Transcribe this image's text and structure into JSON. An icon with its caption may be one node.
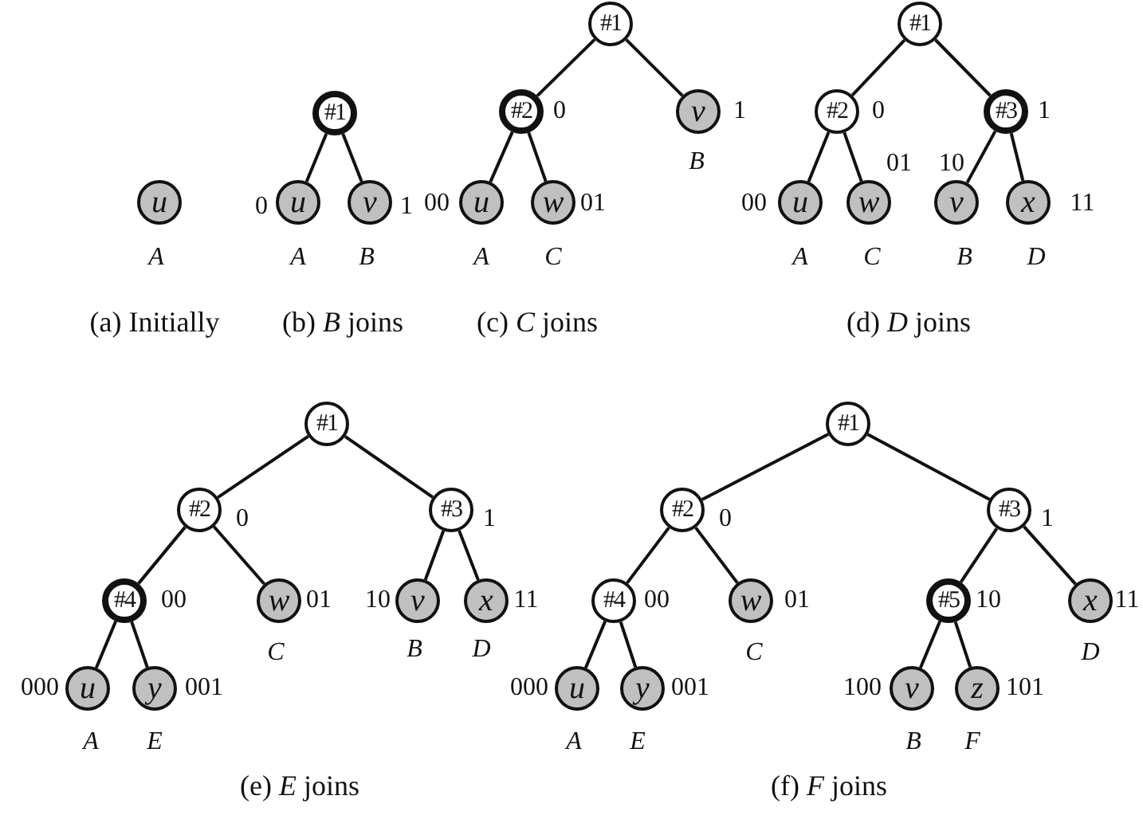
{
  "diagram": {
    "nodes": [
      {
        "text": [
          "u"
        ],
        "beside": [
          "A"
        ]
      },
      {
        "text": [
          "#1"
        ]
      },
      {
        "text": [
          "u"
        ],
        "beside": [
          "0",
          "A"
        ]
      },
      {
        "text": [
          "v"
        ],
        "beside": [
          "1",
          "B"
        ]
      },
      {
        "text": [
          "#1"
        ]
      },
      {
        "text": [
          "#2"
        ],
        "beside": [
          "0"
        ]
      },
      {
        "text": [
          "v"
        ],
        "beside": [
          "1",
          "B"
        ]
      },
      {
        "text": [
          "u"
        ],
        "beside": [
          "00",
          "A"
        ]
      },
      {
        "text": [
          "w"
        ],
        "beside": [
          "01",
          "C"
        ]
      },
      {
        "text": [
          "#1"
        ]
      },
      {
        "text": [
          "#2"
        ],
        "beside": [
          "0"
        ]
      },
      {
        "text": [
          "#3"
        ],
        "beside": [
          "1"
        ]
      },
      {
        "text": [
          "u"
        ],
        "beside": [
          "00",
          "A"
        ]
      },
      {
        "text": [
          "w"
        ],
        "beside": [
          "01",
          "C"
        ]
      },
      {
        "text": [
          "v"
        ],
        "beside": [
          "10",
          "B"
        ]
      },
      {
        "text": [
          "x"
        ],
        "beside": [
          "11",
          "D"
        ]
      },
      {
        "text": [
          "#1"
        ]
      },
      {
        "text": [
          "#2"
        ],
        "beside": [
          "0"
        ]
      },
      {
        "text": [
          "#3"
        ],
        "beside": [
          "1"
        ]
      },
      {
        "text": [
          "#4"
        ],
        "beside": [
          "00"
        ]
      },
      {
        "text": [
          "w"
        ],
        "beside": [
          "01",
          "C"
        ]
      },
      {
        "text": [
          "v"
        ],
        "beside": [
          "10",
          "B"
        ]
      },
      {
        "text": [
          "x"
        ],
        "beside": [
          "11",
          "D"
        ]
      },
      {
        "text": [
          "u"
        ],
        "beside": [
          "000",
          "A"
        ]
      },
      {
        "text": [
          "y"
        ],
        "beside": [
          "001",
          "E"
        ]
      },
      {
        "text": [
          "#1"
        ]
      },
      {
        "text": [
          "#2"
        ],
        "beside": [
          "0"
        ]
      },
      {
        "text": [
          "#3"
        ],
        "beside": [
          "1"
        ]
      },
      {
        "text": [
          "#4"
        ],
        "beside": [
          "00"
        ]
      },
      {
        "text": [
          "w"
        ],
        "beside": [
          "01",
          "C"
        ]
      },
      {
        "text": [
          "#5"
        ],
        "beside": [
          "10"
        ]
      },
      {
        "text": [
          "x"
        ],
        "beside": [
          "11",
          "D"
        ]
      },
      {
        "text": [
          "u"
        ],
        "beside": [
          "000",
          "A"
        ]
      },
      {
        "text": [
          "y"
        ],
        "beside": [
          "001",
          "E"
        ]
      },
      {
        "text": [
          "v"
        ],
        "beside": [
          "100",
          "B"
        ]
      },
      {
        "text": [
          "z"
        ],
        "beside": [
          "101",
          "F"
        ]
      }
    ],
    "edges": [
      {
        "from": 1,
        "to": 2,
        "arrow": "none"
      },
      {
        "from": 1,
        "to": 3,
        "arrow": "none"
      },
      {
        "from": 4,
        "to": 5,
        "arrow": "none"
      },
      {
        "from": 4,
        "to": 6,
        "arrow": "none"
      },
      {
        "from": 5,
        "to": 7,
        "arrow": "none"
      },
      {
        "from": 5,
        "to": 8,
        "arrow": "none"
      },
      {
        "from": 9,
        "to": 10,
        "arrow": "none"
      },
      {
        "from": 9,
        "to": 11,
        "arrow": "none"
      },
      {
        "from": 10,
        "to": 12,
        "arrow": "none"
      },
      {
        "from": 10,
        "to": 13,
        "arrow": "none"
      },
      {
        "from": 11,
        "to": 14,
        "arrow": "none"
      },
      {
        "from": 11,
        "to": 15,
        "arrow": "none"
      },
      {
        "from": 16,
        "to": 17,
        "arrow": "none"
      },
      {
        "from": 16,
        "to": 18,
        "arrow": "none"
      },
      {
        "from": 17,
        "to": 19,
        "arrow": "none"
      },
      {
        "from": 17,
        "to": 20,
        "arrow": "none"
      },
      {
        "from": 18,
        "to": 21,
        "arrow": "none"
      },
      {
        "from": 18,
        "to": 22,
        "arrow": "none"
      },
      {
        "from": 19,
        "to": 23,
        "arrow": "none"
      },
      {
        "from": 19,
        "to": 24,
        "arrow": "none"
      },
      {
        "from": 25,
        "to": 26,
        "arrow": "none"
      },
      {
        "from": 25,
        "to": 27,
        "arrow": "none"
      },
      {
        "from": 26,
        "to": 28,
        "arrow": "none"
      },
      {
        "from": 26,
        "to": 29,
        "arrow": "none"
      },
      {
        "from": 27,
        "to": 30,
        "arrow": "none"
      },
      {
        "from": 27,
        "to": 31,
        "arrow": "none"
      },
      {
        "from": 28,
        "to": 32,
        "arrow": "none"
      },
      {
        "from": 28,
        "to": 33,
        "arrow": "none"
      },
      {
        "from": 30,
        "to": 34,
        "arrow": "none"
      },
      {
        "from": 30,
        "to": 35,
        "arrow": "none"
      }
    ],
    "labels": [
      "(a) Initially",
      "(b) *B* joins",
      "(c) *C* joins",
      "(d) *D* joins",
      "(e) *E* joins",
      "(f) *F* joins"
    ]
  }
}
